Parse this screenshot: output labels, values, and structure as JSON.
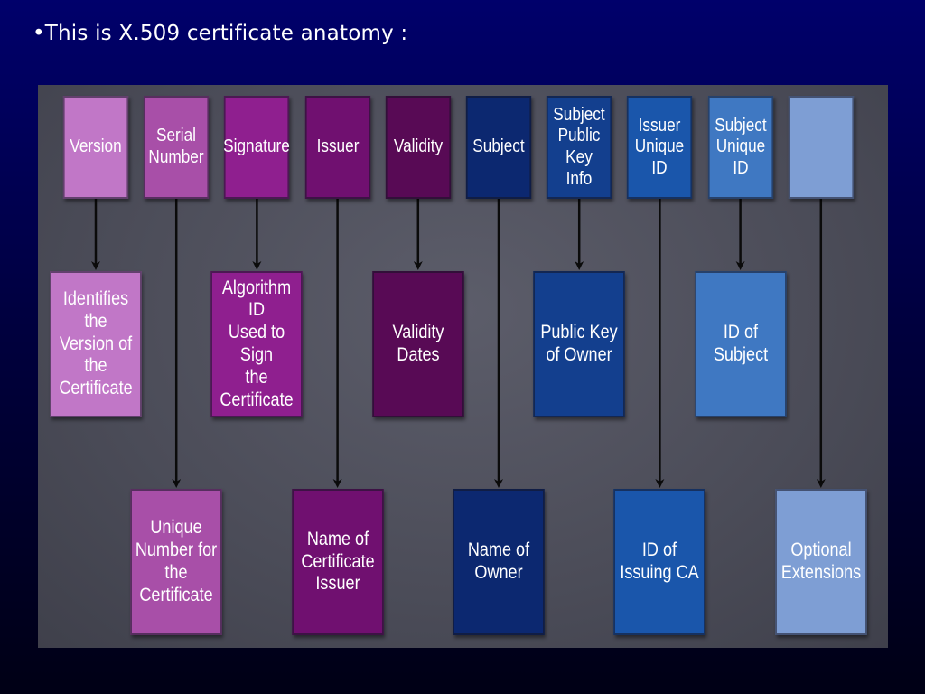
{
  "slide": {
    "title": "•This is X.509 certificate anatomy :"
  },
  "diagram": {
    "fields": [
      {
        "label": "Version",
        "color": "#c177c7"
      },
      {
        "label": "Serial\nNumber",
        "color": "#a84fa8"
      },
      {
        "label": "Signature",
        "color": "#8f1f8f"
      },
      {
        "label": "Issuer",
        "color": "#701070"
      },
      {
        "label": "Validity",
        "color": "#580a55"
      },
      {
        "label": "Subject",
        "color": "#0c2870"
      },
      {
        "label": "Subject\nPublic Key\nInfo",
        "color": "#133f8e"
      },
      {
        "label": "Issuer\nUnique\nID",
        "color": "#1a56ab"
      },
      {
        "label": "Subject\nUnique\nID",
        "color": "#3f78c2"
      },
      {
        "label": "",
        "color": "#7e9ed4"
      }
    ],
    "descriptions": [
      {
        "label": "Identifies the\nVersion of the\nCertificate",
        "color": "#c177c7",
        "field": 0,
        "row": 1
      },
      {
        "label": "Unique\nNumber for the\nCertificate",
        "color": "#a84fa8",
        "field": 1,
        "row": 2
      },
      {
        "label": "Algorithm ID\nUsed to Sign\nthe Certificate",
        "color": "#8f1f8f",
        "field": 2,
        "row": 1
      },
      {
        "label": "Name of\nCertificate\nIssuer",
        "color": "#701070",
        "field": 3,
        "row": 2
      },
      {
        "label": "Validity\nDates",
        "color": "#580a55",
        "field": 4,
        "row": 1
      },
      {
        "label": "Name of\nOwner",
        "color": "#0c2870",
        "field": 5,
        "row": 2
      },
      {
        "label": "Public Key\nof Owner",
        "color": "#133f8e",
        "field": 6,
        "row": 1
      },
      {
        "label": "ID of\nIssuing CA",
        "color": "#1a56ab",
        "field": 7,
        "row": 2
      },
      {
        "label": "ID of\nSubject",
        "color": "#3f78c2",
        "field": 8,
        "row": 1
      },
      {
        "label": "Optional\nExtensions",
        "color": "#7e9ed4",
        "field": 9,
        "row": 2
      }
    ]
  }
}
